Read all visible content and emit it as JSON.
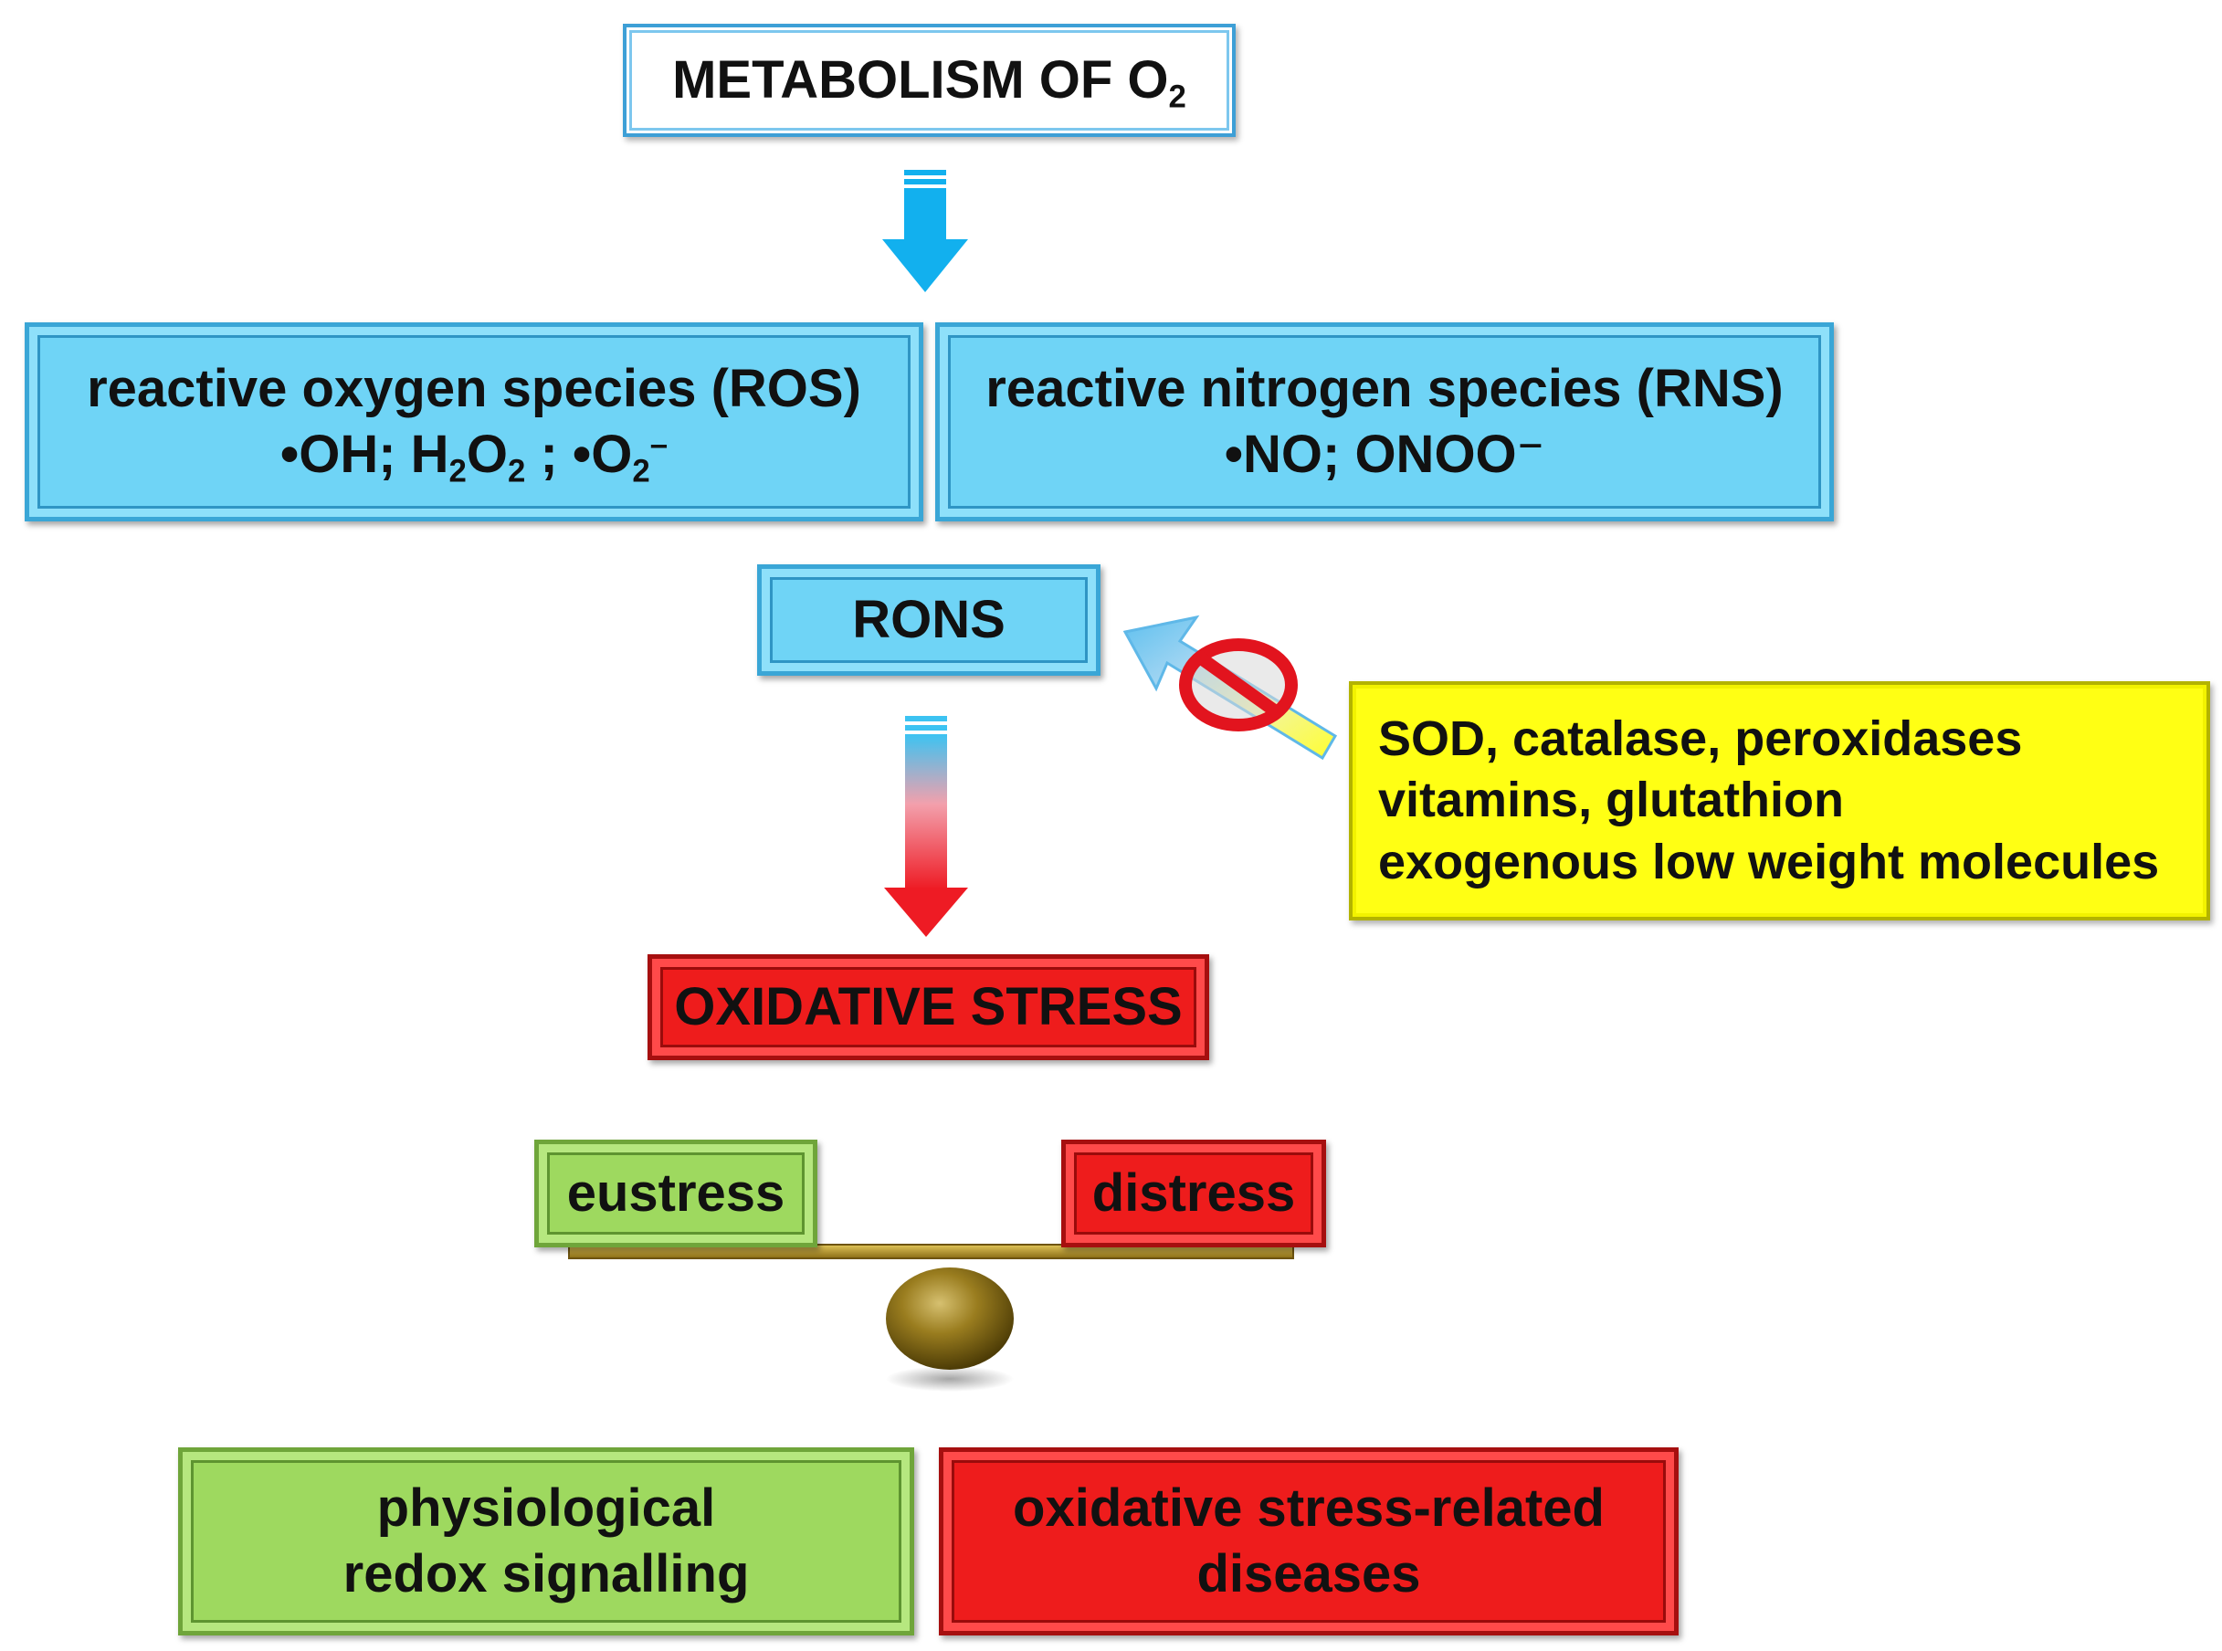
{
  "metabolism": {
    "label": "METABOLISM OF O",
    "sub": "2"
  },
  "ros": {
    "title": "reactive oxygen species (ROS)",
    "s1": "•OH; H",
    "s1sub": "2",
    "s2": "O",
    "s2sub": "2",
    "s3": " ; •O",
    "s3sub": "2",
    "s3sup": "–"
  },
  "rns": {
    "title": "reactive nitrogen species (RNS)",
    "species": "•NO; ONOO⁻"
  },
  "rons": {
    "label": "RONS"
  },
  "antioxidants": {
    "lines": [
      "SOD, catalase, peroxidases",
      "vitamins, glutathion",
      "exogenous low weight molecules"
    ]
  },
  "oxidative_stress": {
    "label": "OXIDATIVE STRESS"
  },
  "eustress": {
    "label": "eustress"
  },
  "distress": {
    "label": "distress"
  },
  "physiological": {
    "lines": [
      "physiological",
      "redox signalling"
    ]
  },
  "diseases": {
    "lines": [
      "oxidative stress-related",
      "diseases"
    ]
  },
  "colors": {
    "blue": "#6fd4f6",
    "green": "#9ed95f",
    "red": "#ee1c1c",
    "yellow": "#ffff14",
    "arrow_blue": "#12b0ee"
  },
  "icons": [
    "down-arrow-icon",
    "gradient-down-arrow-icon",
    "inhibition-arrow-icon",
    "prohibition-sign-icon",
    "balance-fulcrum-icon"
  ]
}
